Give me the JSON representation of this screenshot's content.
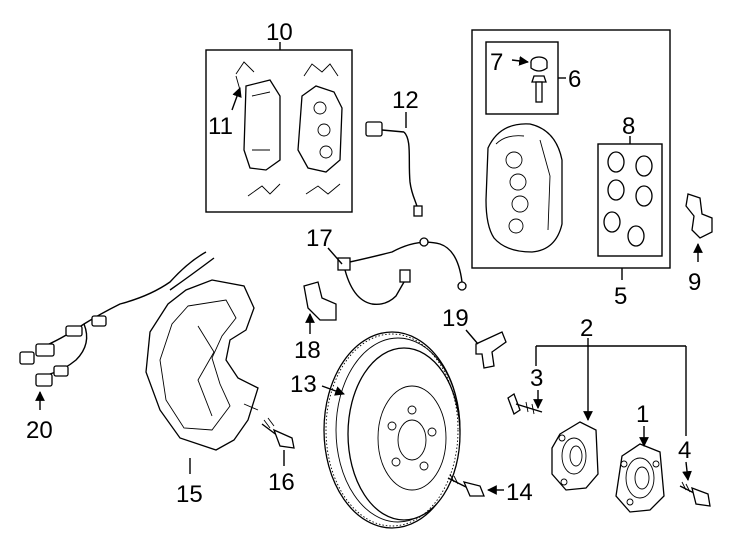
{
  "diagram": {
    "callouts": [
      {
        "id": "c1",
        "label": "1"
      },
      {
        "id": "c2",
        "label": "2"
      },
      {
        "id": "c3",
        "label": "3"
      },
      {
        "id": "c4",
        "label": "4"
      },
      {
        "id": "c5",
        "label": "5"
      },
      {
        "id": "c6",
        "label": "6"
      },
      {
        "id": "c7",
        "label": "7"
      },
      {
        "id": "c8",
        "label": "8"
      },
      {
        "id": "c9",
        "label": "9"
      },
      {
        "id": "c10",
        "label": "10"
      },
      {
        "id": "c11",
        "label": "11"
      },
      {
        "id": "c12",
        "label": "12"
      },
      {
        "id": "c13",
        "label": "13"
      },
      {
        "id": "c14",
        "label": "14"
      },
      {
        "id": "c15",
        "label": "15"
      },
      {
        "id": "c16",
        "label": "16"
      },
      {
        "id": "c17",
        "label": "17"
      },
      {
        "id": "c18",
        "label": "18"
      },
      {
        "id": "c19",
        "label": "19"
      },
      {
        "id": "c20",
        "label": "20"
      }
    ],
    "line_color": "#000000",
    "background": "#ffffff"
  }
}
